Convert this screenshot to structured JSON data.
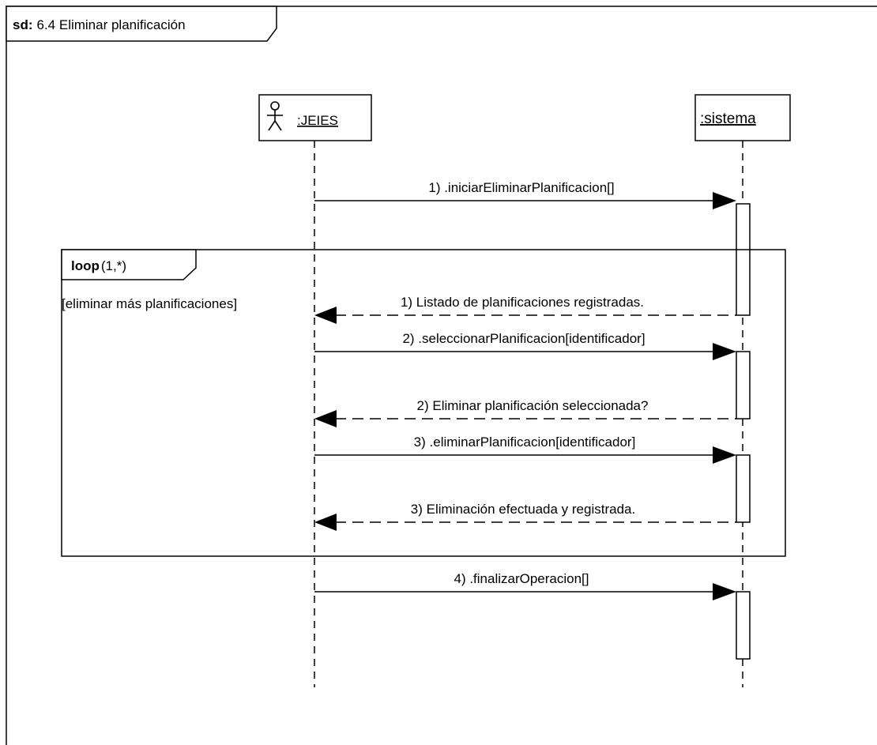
{
  "frame": {
    "keyword": "sd:",
    "title": "6.4 Eliminar planificación"
  },
  "lifelines": [
    {
      "name": ":JEIES",
      "kind": "actor"
    },
    {
      "name": ":sistema",
      "kind": "object"
    }
  ],
  "messages": [
    {
      "label": "1) .iniciarEliminarPlanificacion[]",
      "from": ":JEIES",
      "to": ":sistema",
      "type": "call"
    },
    {
      "label": "1) Listado de planificaciones registradas.",
      "from": ":sistema",
      "to": ":JEIES",
      "type": "return"
    },
    {
      "label": "2) .seleccionarPlanificacion[identificador]",
      "from": ":JEIES",
      "to": ":sistema",
      "type": "call"
    },
    {
      "label": "2) Eliminar planificación seleccionada?",
      "from": ":sistema",
      "to": ":JEIES",
      "type": "return"
    },
    {
      "label": "3) .eliminarPlanificacion[identificador]",
      "from": ":JEIES",
      "to": ":sistema",
      "type": "call"
    },
    {
      "label": "3) Eliminación efectuada y registrada.",
      "from": ":sistema",
      "to": ":JEIES",
      "type": "return"
    },
    {
      "label": "4) .finalizarOperacion[]",
      "from": ":JEIES",
      "to": ":sistema",
      "type": "call"
    }
  ],
  "fragment": {
    "operator": "loop",
    "argument": "(1,*)",
    "guard": "[eliminar más planificaciones]"
  }
}
